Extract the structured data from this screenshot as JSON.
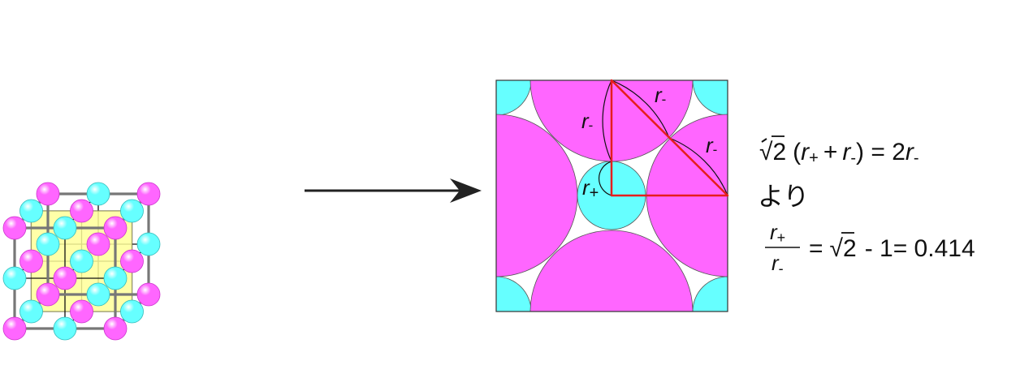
{
  "colors": {
    "anion": "#ff66ff",
    "cation": "#66ffff",
    "plane": "#ffff99",
    "edge": "#777777",
    "inner_line": "#111111",
    "triangle": "#e61e1e",
    "arrow": "#222222"
  },
  "crystal": {
    "lattice": "NaCl-type cubic",
    "grid": 3,
    "highlighted_plane": "middle face-parallel section"
  },
  "section": {
    "label_r_minus": "r",
    "label_r_plus": "r",
    "sub_minus": "-",
    "sub_plus": "+"
  },
  "equation": {
    "line1": {
      "sqrt": "√2",
      "open": "(",
      "r1": "r",
      "s1": "+",
      "plus": "+",
      "r2": "r",
      "s2": "-",
      "close": ") = 2",
      "r3": "r",
      "s3": "-"
    },
    "line2": "より",
    "line3": {
      "num_r": "r",
      "num_s": "+",
      "den_r": "r",
      "den_s": "-",
      "rhs_eq": "=",
      "rhs_sqrt": "√2",
      "rhs_rest": "- 1= 0.414"
    }
  }
}
